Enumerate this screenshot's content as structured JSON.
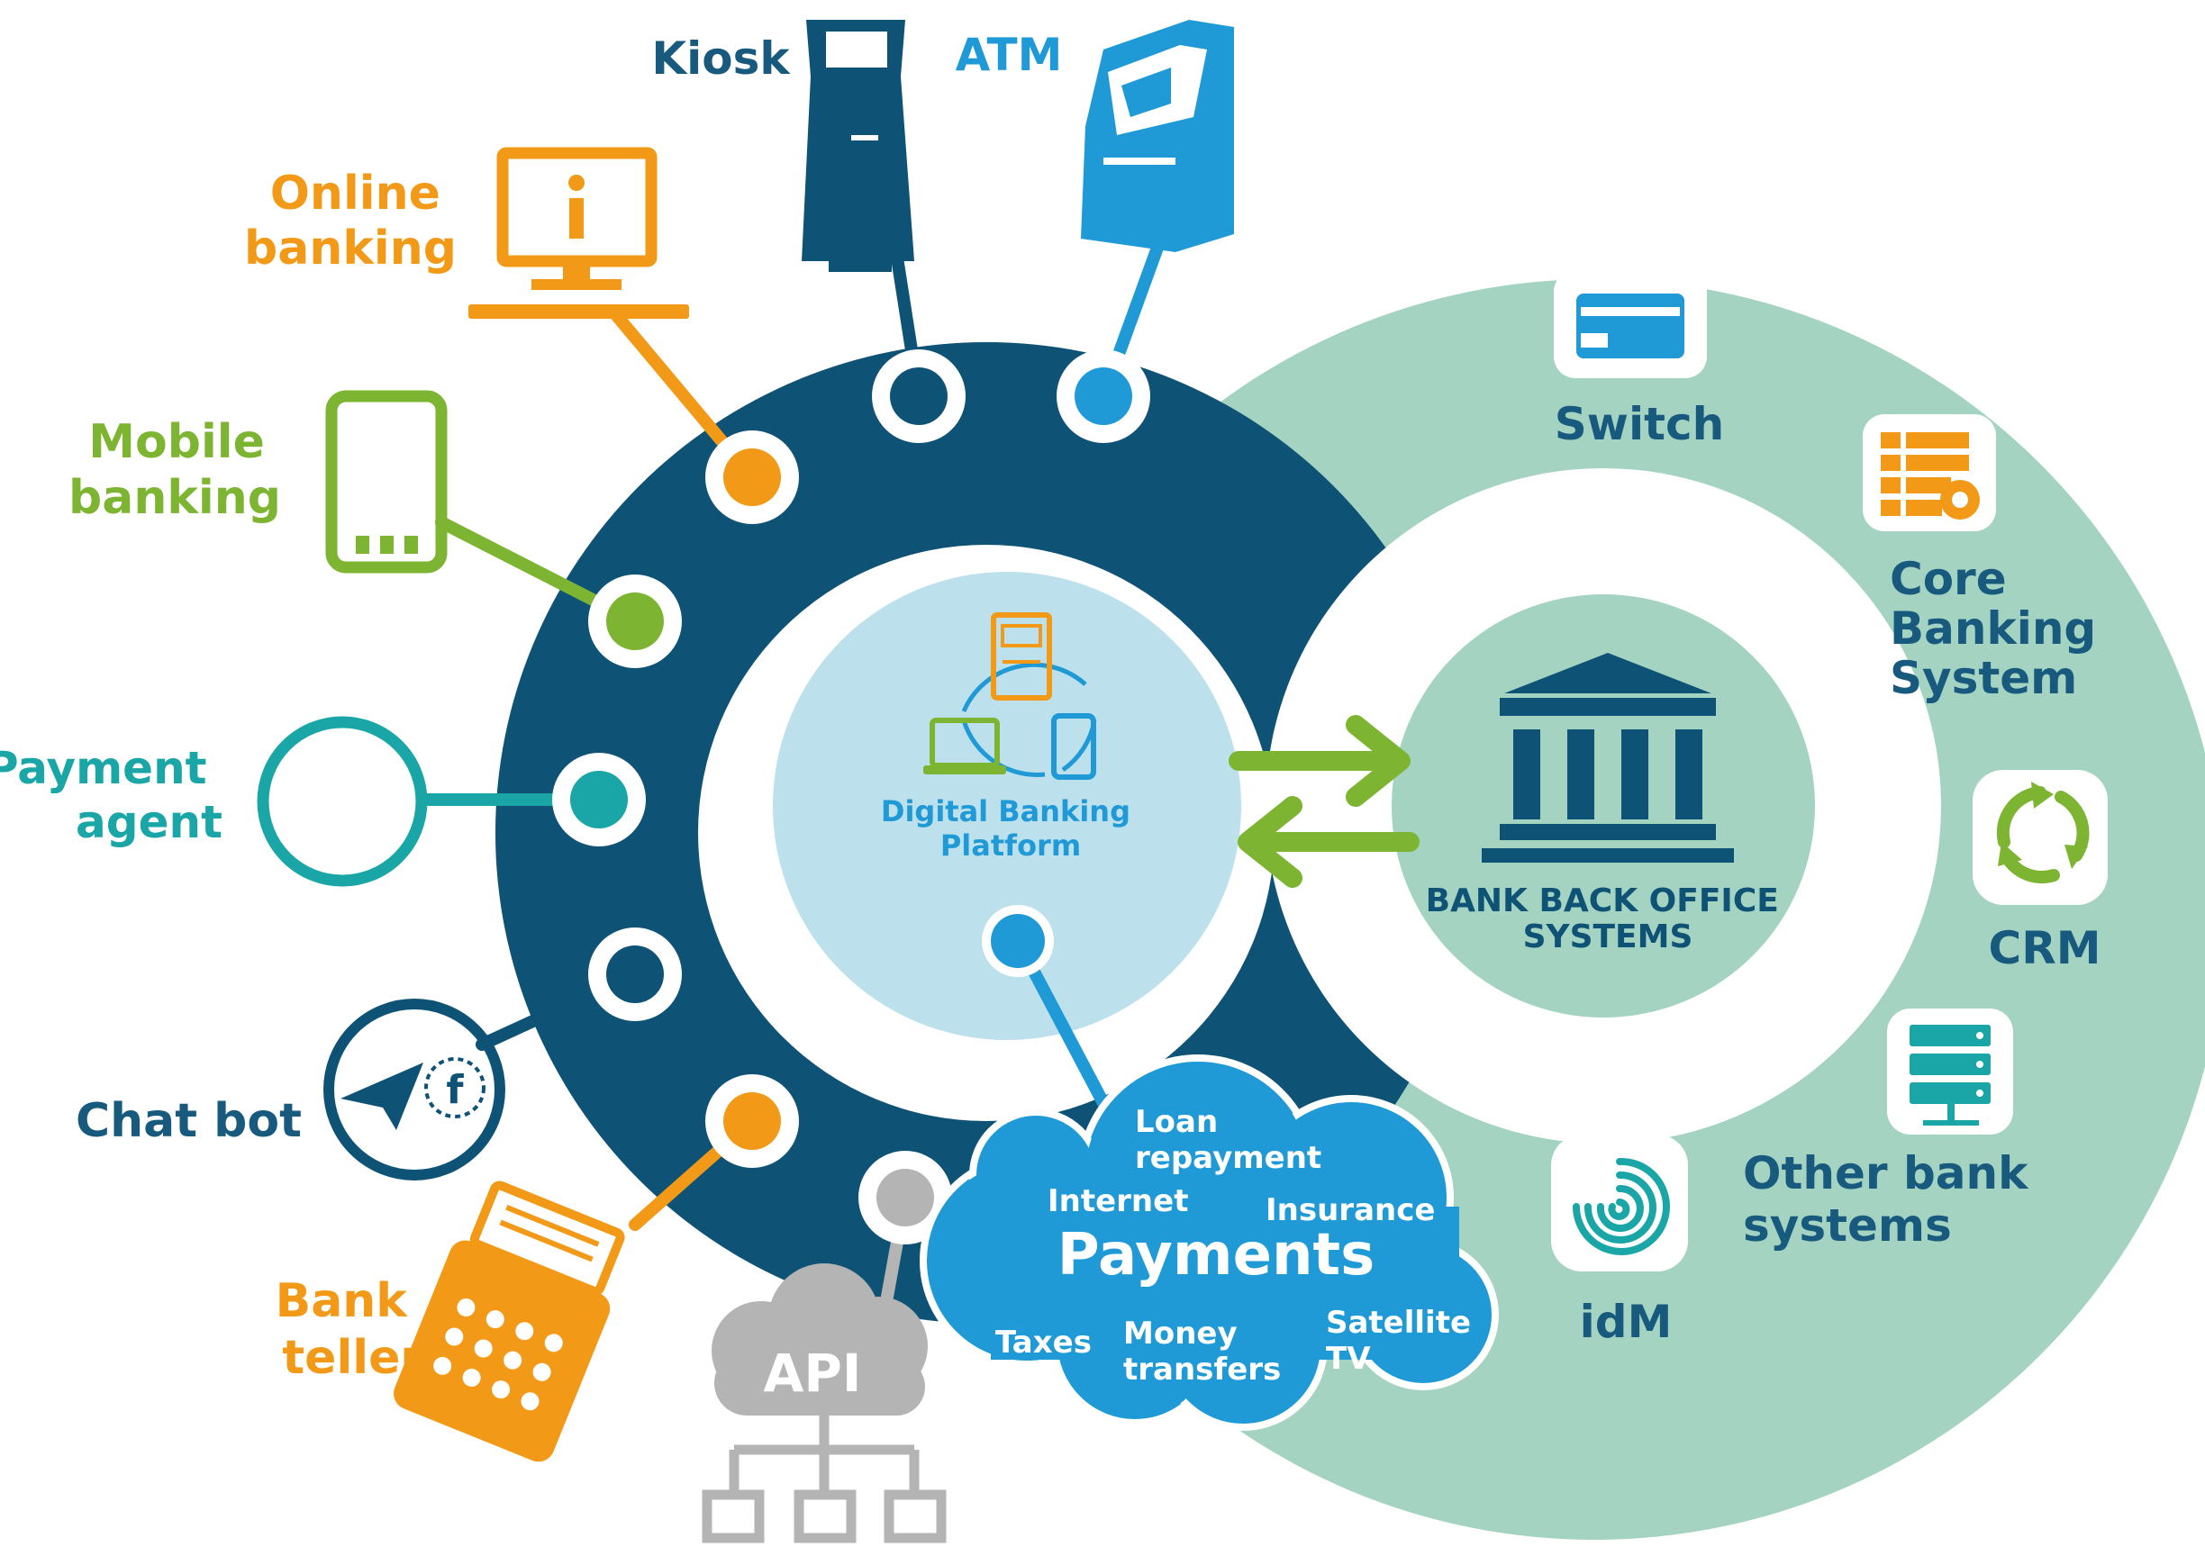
{
  "colors": {
    "navy": "#0e5275",
    "mint": "#a4d3c2",
    "mint_dark": "#8cc5b0",
    "light_blue": "#bde1ec",
    "blue": "#1f9ad6",
    "orange": "#f29a17",
    "green": "#7db532",
    "teal": "#1aa6a6",
    "gray": "#b4b4b4",
    "dark_text": "#175a7d"
  },
  "channels": {
    "kiosk": "Kiosk",
    "atm": "ATM",
    "online_banking": [
      "Online",
      "banking"
    ],
    "mobile_banking": [
      "Mobile",
      "banking"
    ],
    "payment_agent": [
      "Payment",
      "agent"
    ],
    "chat_bot": "Chat bot",
    "bank_teller": [
      "Bank",
      "teller"
    ],
    "api": "API"
  },
  "platform": {
    "label": [
      "Digital Banking",
      "Platform"
    ]
  },
  "back_office": {
    "label": [
      "BANK BACK OFFICE",
      "SYSTEMS"
    ],
    "systems": {
      "switch": "Switch",
      "core_banking": [
        "Core",
        "Banking",
        "System"
      ],
      "crm": "CRM",
      "other": [
        "Other bank",
        "systems"
      ],
      "idm": "idM"
    }
  },
  "payments": {
    "title": "Payments",
    "items": {
      "loan": [
        "Loan",
        "repayment"
      ],
      "internet": "Internet",
      "insurance": "Insurance",
      "taxes": "Taxes",
      "money": [
        "Money",
        "transfers"
      ],
      "satellite": [
        "Satellite",
        "TV"
      ]
    }
  },
  "icons": {
    "kiosk": "kiosk-icon",
    "atm": "atm-icon",
    "online": "desktop-info-icon",
    "mobile": "smartphone-icon",
    "agent": "ring-icon",
    "chat": "telegram-facebook-icon",
    "teller": "pos-terminal-icon",
    "api": "cloud-network-icon",
    "switch": "card-icon",
    "core": "table-gear-icon",
    "crm": "recycle-icon",
    "other": "server-icon",
    "idm": "fingerprint-icon",
    "bank": "bank-building-icon"
  }
}
